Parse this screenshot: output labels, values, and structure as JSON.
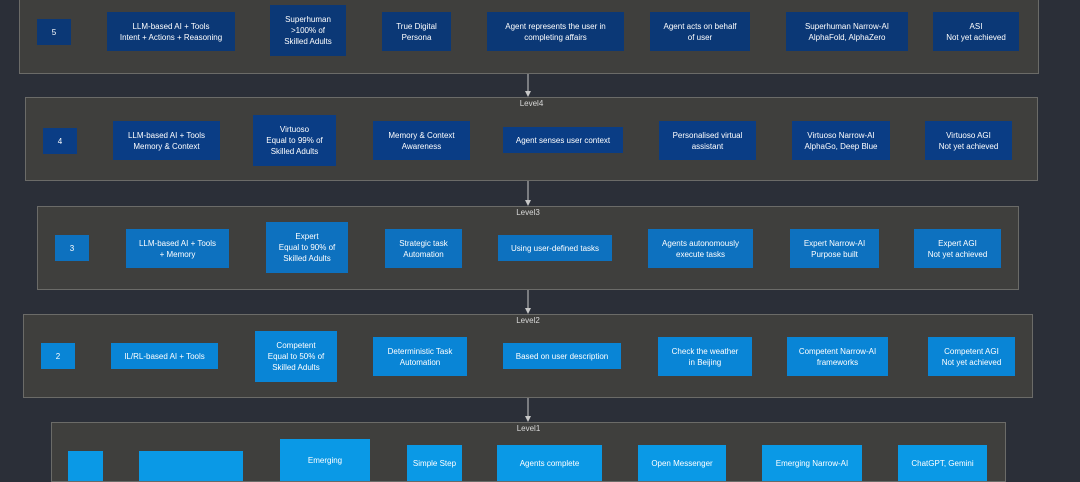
{
  "colors": {
    "background": "#2b2f38",
    "panel": "#3f3f3d",
    "panel_border": "#6b6b68",
    "arrow": "#c8c8c8",
    "level5_box": "#0b3876",
    "level4_box": "#0a3d85",
    "level3_box": "#0d71bf",
    "level2_box": "#0985d6",
    "level1_box": "#0a99e6"
  },
  "levels": [
    {
      "id": "level5",
      "label": "",
      "boxes": [
        "5",
        "LLM-based AI + Tools\nIntent + Actions + Reasoning",
        "Superhuman\n>100% of\nSkilled Adults",
        "True Digital\nPersona",
        "Agent represents the user in\ncompleting affairs",
        "Agent acts on behalf\nof user",
        "Superhuman Narrow-AI\nAlphaFold, AlphaZero",
        "ASI\nNot yet achieved"
      ]
    },
    {
      "id": "level4",
      "label": "Level4",
      "boxes": [
        "4",
        "LLM-based AI + Tools\nMemory & Context",
        "Virtuoso\nEqual to 99% of\nSkilled Adults",
        "Memory & Context\nAwareness",
        "Agent senses user context",
        "Personalised virtual\nassistant",
        "Virtuoso Narrow-AI\nAlphaGo, Deep Blue",
        "Virtuoso AGI\nNot yet achieved"
      ]
    },
    {
      "id": "level3",
      "label": "Level3",
      "boxes": [
        "3",
        "LLM-based AI + Tools\n+ Memory",
        "Expert\nEqual to 90% of\nSkilled Adults",
        "Strategic task\nAutomation",
        "Using user-defined tasks",
        "Agents autonomously\nexecute tasks",
        "Expert Narrow-AI\nPurpose built",
        "Expert AGI\nNot yet achieved"
      ]
    },
    {
      "id": "level2",
      "label": "Level2",
      "boxes": [
        "2",
        "IL/RL-based AI + Tools",
        "Competent\nEqual to 50% of\nSkilled Adults",
        "Deterministic Task\nAutomation",
        "Based on user description",
        "Check the weather\nin Beijing",
        "Competent Narrow-AI\nframeworks",
        "Competent AGI\nNot yet achieved"
      ]
    },
    {
      "id": "level1",
      "label": "Level1",
      "boxes": [
        "",
        "",
        "Emerging",
        "Simple Step",
        "Agents complete",
        "Open Messenger",
        "Emerging Narrow-AI",
        "ChatGPT, Gemini"
      ]
    }
  ]
}
